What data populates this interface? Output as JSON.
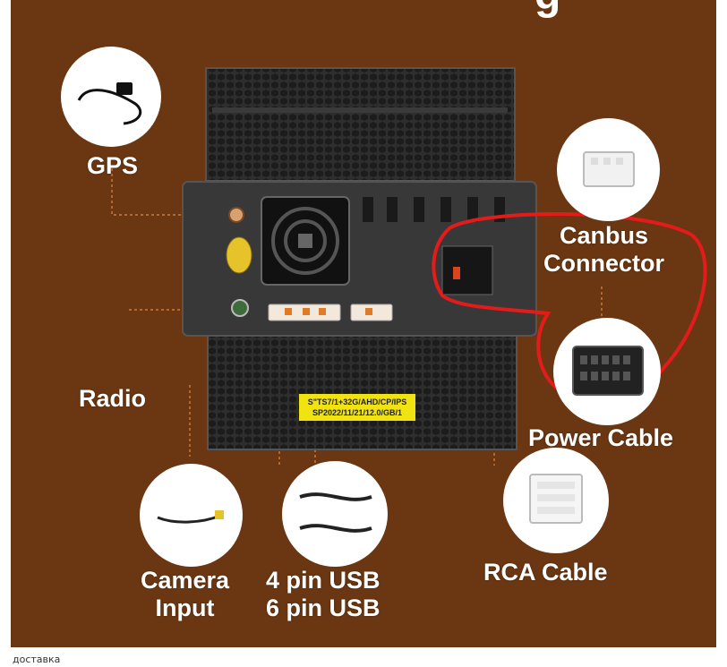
{
  "header": {
    "title_fragment": "g"
  },
  "labels": {
    "gps": "GPS",
    "radio": "Radio",
    "canbus_line1": "Canbus",
    "canbus_line2": "Connector",
    "power_cable": "Power Cable",
    "camera_line1": "Camera",
    "camera_line2": "Input",
    "usb_line1": "4 pin USB",
    "usb_line2": "6 pin USB",
    "rca_cable": "RCA Cable"
  },
  "device_sticker": {
    "line1": "S\"TS7/1+32G/AHD/CP/IPS",
    "line2": "SP2022/11/21/12.0/GB/1"
  },
  "caption": "доставка",
  "colors": {
    "background": "#6b3712",
    "annotation": "#e31b1b",
    "device": "#2b2b2b",
    "label": "#ffffff"
  },
  "icons": [
    "gps-antenna-icon",
    "canbus-connector-icon",
    "power-cable-icon",
    "camera-cable-icon",
    "usb-cable-icon",
    "rca-cable-icon"
  ]
}
